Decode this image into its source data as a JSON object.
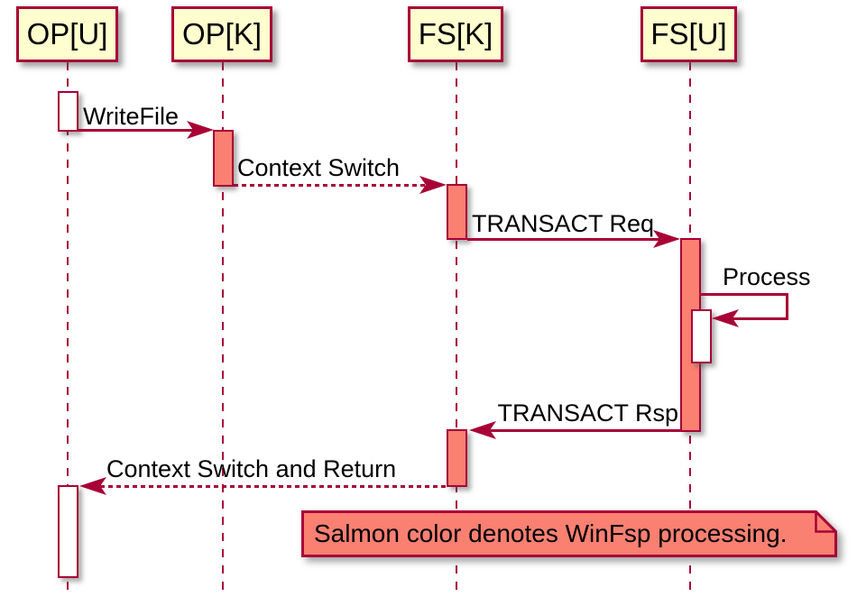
{
  "diagram_type": "uml-sequence-diagram",
  "colors": {
    "participant_fill": "#FEFECE",
    "line_and_border": "#A80036",
    "salmon_fill": "#FA8072",
    "activation_fill": "#FFFFFF",
    "text": "#000000",
    "background": "#FFFFFF"
  },
  "participants": [
    {
      "label": "OP[U]"
    },
    {
      "label": "OP[K]"
    },
    {
      "label": "FS[K]"
    },
    {
      "label": "FS[U]"
    }
  ],
  "messages": [
    {
      "label": "WriteFile",
      "from": "OP[U]",
      "to": "OP[K]",
      "line": "solid"
    },
    {
      "label": "Context Switch",
      "from": "OP[K]",
      "to": "FS[K]",
      "line": "dashed"
    },
    {
      "label": "TRANSACT Req",
      "from": "FS[K]",
      "to": "FS[U]",
      "line": "solid"
    },
    {
      "label": "Process",
      "from": "FS[U]",
      "to": "FS[U]",
      "line": "solid",
      "self_message": true
    },
    {
      "label": "TRANSACT Rsp",
      "from": "FS[U]",
      "to": "FS[K]",
      "line": "solid"
    },
    {
      "label": "Context Switch and Return",
      "from": "FS[K]",
      "to": "OP[U]",
      "line": "dashed"
    }
  ],
  "note": {
    "text": "Salmon color denotes WinFsp processing."
  }
}
